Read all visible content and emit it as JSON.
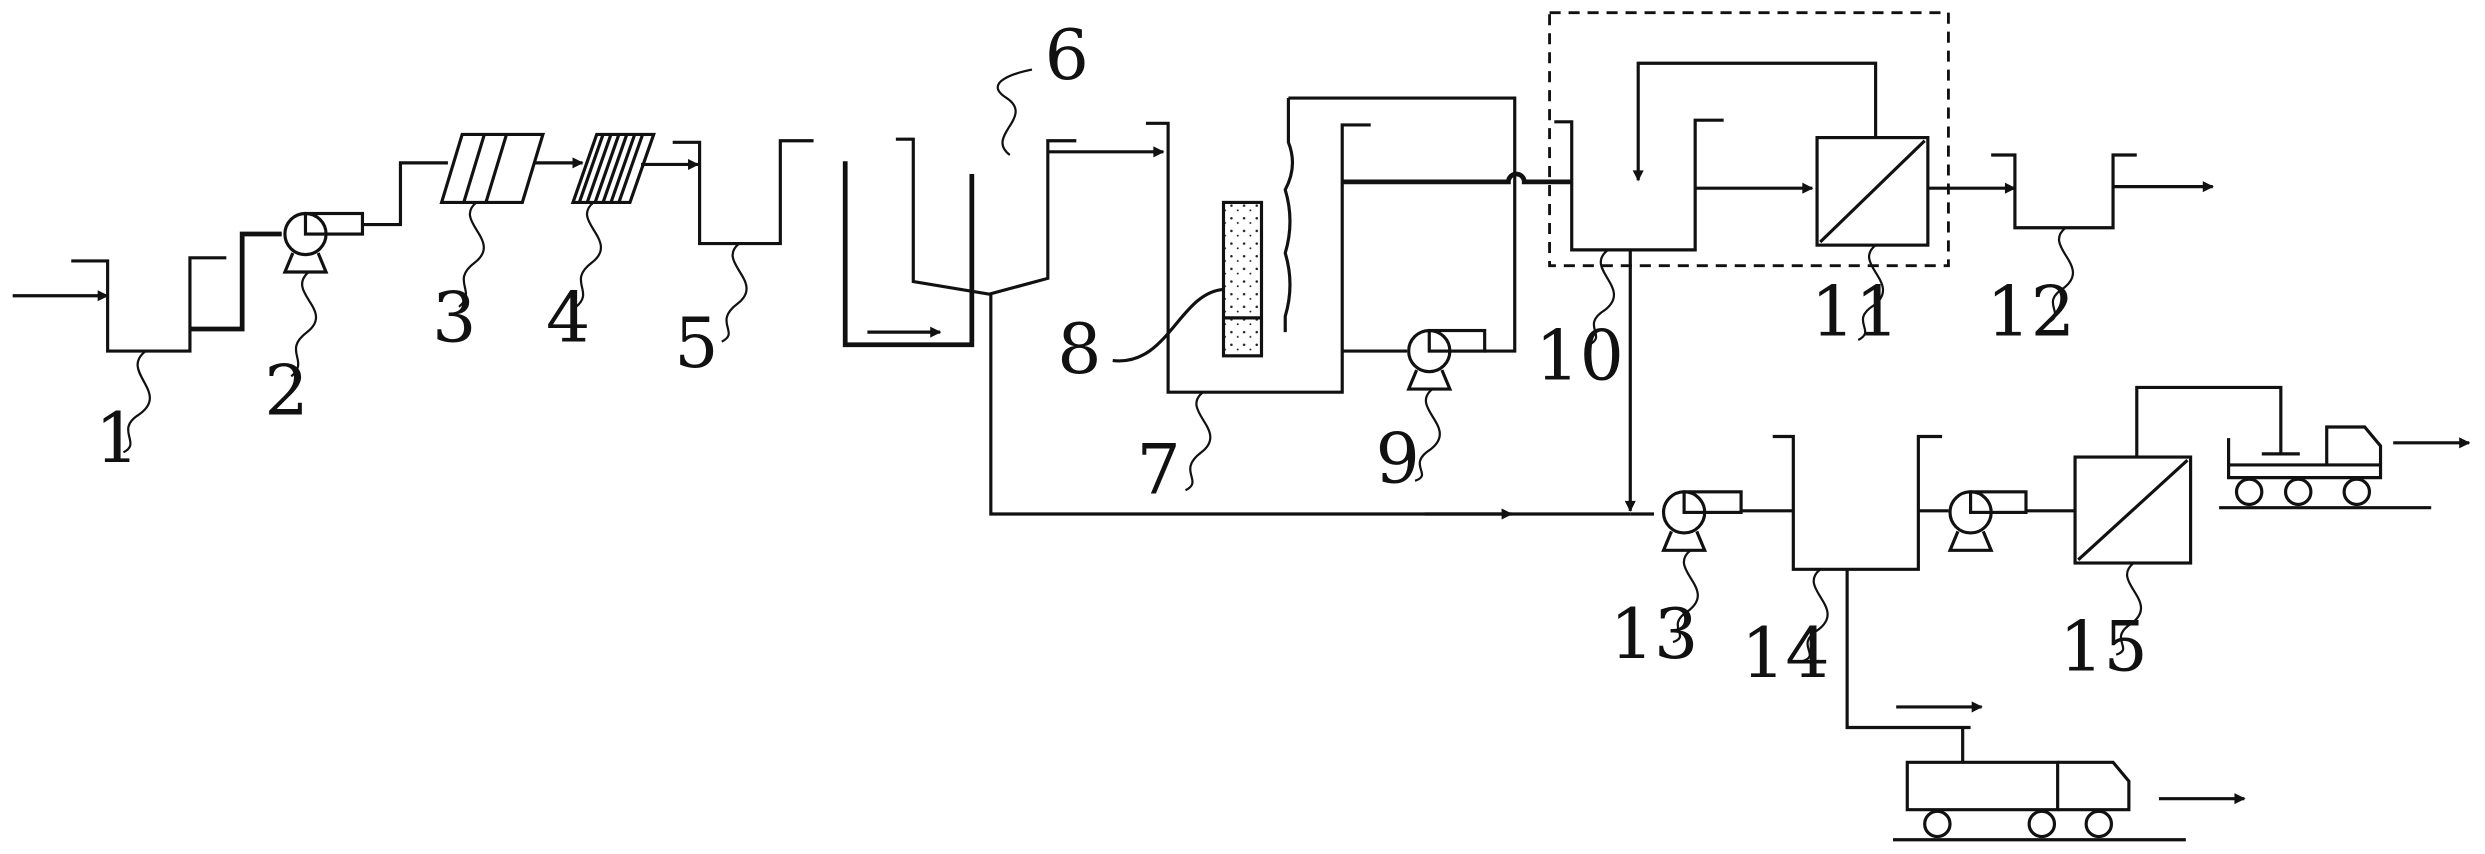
{
  "labels": {
    "n1": "1",
    "n2": "2",
    "n3": "3",
    "n4": "4",
    "n5": "5",
    "n6": "6",
    "n7": "7",
    "n8": "8",
    "n9": "9",
    "n10": "10",
    "n11": "11",
    "n12": "12",
    "n13": "13",
    "n14": "14",
    "n15": "15"
  },
  "colors": {
    "line": "#111111",
    "background": "#ffffff"
  }
}
